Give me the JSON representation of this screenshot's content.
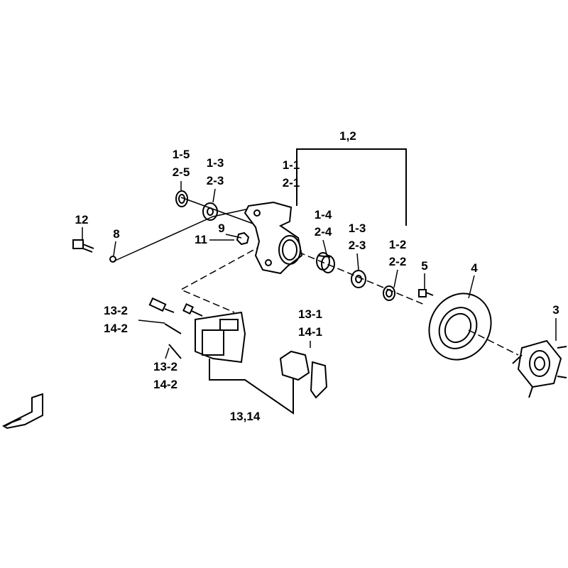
{
  "callouts": {
    "group_1_2": "1,2",
    "c1_1": [
      "1-1",
      "2-1"
    ],
    "c1_5": [
      "1-5",
      "2-5"
    ],
    "c1_3a": [
      "1-3",
      "2-3"
    ],
    "c12": "12",
    "c8": "8",
    "c9": "9",
    "c11": "11",
    "c1_4": [
      "1-4",
      "2-4"
    ],
    "c1_3b": [
      "1-3",
      "2-3"
    ],
    "c1_2": [
      "1-2",
      "2-2"
    ],
    "c5": "5",
    "c4": "4",
    "c3": "3",
    "c13_2a": [
      "13-2",
      "14-2"
    ],
    "c13_1": [
      "13-1",
      "14-1"
    ],
    "c13_2b": [
      "13-2",
      "14-2"
    ],
    "group_13_14": "13,14"
  },
  "colors": {
    "line": "#000000",
    "background": "#ffffff"
  }
}
